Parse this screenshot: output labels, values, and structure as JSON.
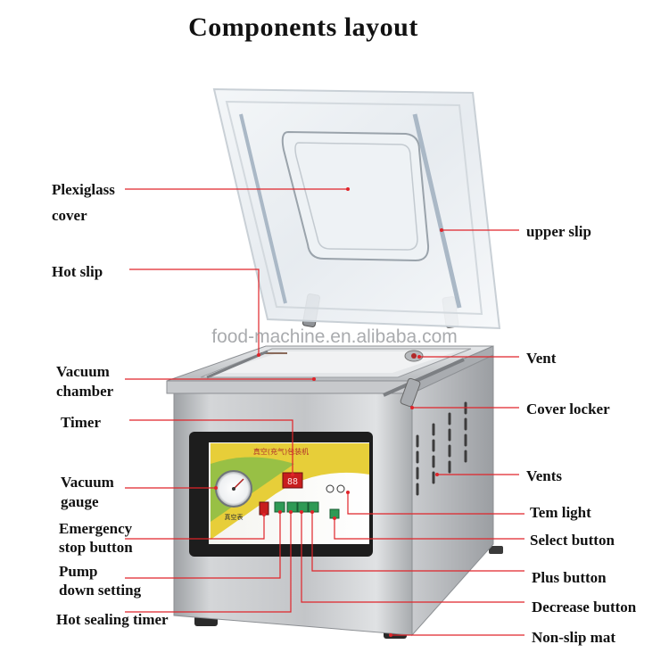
{
  "title": "Components  layout",
  "watermark": "food-machine.en.alibaba.com",
  "panel": {
    "header_text": "真空(充气)包装机",
    "gauge_caption": "真空表"
  },
  "colors": {
    "leader_line": "#e0242a",
    "steel": "#b9bcbf",
    "panel_yellow": "#e7ce39",
    "panel_green": "#7dbb4a",
    "timer_display": "#c81e1e",
    "button_green": "#2f9a55"
  },
  "labels": {
    "plexiglass_cover_1": "Plexiglass",
    "plexiglass_cover_2": "cover",
    "hot_slip": "Hot slip",
    "vacuum_chamber_1": "Vacuum",
    "vacuum_chamber_2": "chamber",
    "timer": "Timer",
    "vacuum_gauge_1": "Vacuum",
    "vacuum_gauge_2": "gauge",
    "emergency_stop_1": "Emergency",
    "emergency_stop_2": "stop button",
    "pump_down_1": "Pump",
    "pump_down_2": "down setting",
    "hot_sealing_timer": "Hot sealing timer",
    "upper_slip": "upper slip",
    "vent": "Vent",
    "cover_locker": "Cover locker",
    "vents": "Vents",
    "tem_light": "Tem light",
    "select_button": "Select button",
    "plus_button": "Plus button",
    "decrease_button": "Decrease button",
    "non_slip_mat": "Non-slip mat"
  }
}
